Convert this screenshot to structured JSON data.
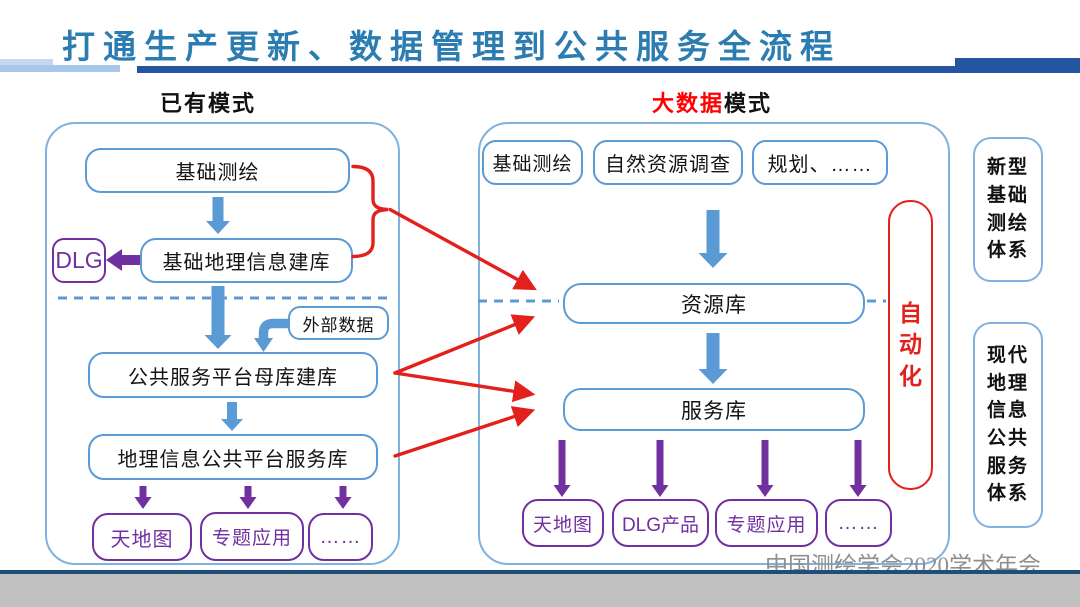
{
  "title": "打通生产更新、数据管理到公共服务全流程",
  "headings": {
    "left": "已有模式",
    "right_red": "大数据",
    "right_black": "模式"
  },
  "left_flow": {
    "basic_survey": "基础测绘",
    "geo_db": "基础地理信息建库",
    "dlg": "DLG",
    "external_data": "外部数据",
    "master_db": "公共服务平台母库建库",
    "platform_service_db": "地理信息公共平台服务库",
    "outputs": [
      "天地图",
      "专题应用",
      "……"
    ]
  },
  "right_flow": {
    "sources": [
      "基础测绘",
      "自然资源调查",
      "规划、……"
    ],
    "resource_db": "资源库",
    "service_db": "服务库",
    "outputs": [
      "天地图",
      "DLG产品",
      "专题应用",
      "……"
    ],
    "automation": "自动化"
  },
  "side_boxes": {
    "top": "新型基础测绘体系",
    "bottom": "现代地理信息公共服务体系"
  },
  "watermark": "中国测绘学会2020学术年会",
  "colors": {
    "title-blue": "#2B7CB0",
    "bar-dark": "#2355A0",
    "bar-light": "#A9C7EA",
    "bar-light2": "#C5D9F1",
    "box-border": "#5B9BD5",
    "panel-border": "#7FB2DE",
    "arrow-blue": "#5B9BD5",
    "purple": "#7030A0",
    "red": "#E3201B",
    "heading-red": "#FF0000",
    "footer-gray": "#C1C1C1",
    "footer-line": "#1F4E79",
    "watermark-gray": "#8F8F8F"
  }
}
